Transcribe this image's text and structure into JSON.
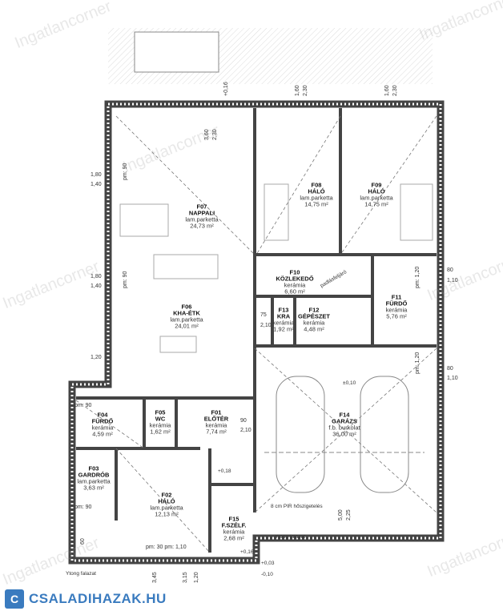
{
  "rooms": [
    {
      "code": "F07",
      "name": "NAPPALI",
      "floor": "lam.parketta",
      "area": "24,73 m²"
    },
    {
      "code": "F08",
      "name": "HÁLÓ",
      "floor": "lam.parketta",
      "area": "14,75 m²"
    },
    {
      "code": "F09",
      "name": "HÁLÓ",
      "floor": "lam.parketta",
      "area": "14,75 m²"
    },
    {
      "code": "F10",
      "name": "KÖZLEKEDŐ",
      "floor": "kerámia",
      "area": "6,60 m²"
    },
    {
      "code": "F11",
      "name": "FÜRDŐ",
      "floor": "kerámia",
      "area": "5,76 m²"
    },
    {
      "code": "F13",
      "name": "KRA",
      "floor": "kerámia",
      "area": "1,92 m²"
    },
    {
      "code": "F12",
      "name": "GÉPÉSZET",
      "floor": "kerámia",
      "area": "4,48 m²"
    },
    {
      "code": "F06",
      "name": "KHA-ÉTK",
      "floor": "lam.parketta",
      "area": "24,01 m²"
    },
    {
      "code": "F14",
      "name": "GARÁZS",
      "floor": "f.b. burkolat",
      "area": "36,00 m²"
    },
    {
      "code": "F04",
      "name": "FÜRDŐ",
      "floor": "kerámia",
      "area": "4,59 m²"
    },
    {
      "code": "F05",
      "name": "WC",
      "floor": "kerámia",
      "area": "1,62 m²"
    },
    {
      "code": "F01",
      "name": "ELŐTÉR",
      "floor": "kerámia",
      "area": "7,74 m²"
    },
    {
      "code": "F03",
      "name": "GARDRÓB",
      "floor": "lam.parketta",
      "area": "3,63 m²"
    },
    {
      "code": "F02",
      "name": "HÁLÓ",
      "floor": "lam.parketta",
      "area": "12,13 m²"
    },
    {
      "code": "F15",
      "name": "F.SZÉLF.",
      "floor": "kerámia",
      "area": "2,68 m²"
    }
  ],
  "dimensions": [
    "3,60",
    "2,30",
    "1,60",
    "2,30",
    "1,60",
    "2,30",
    "1,80",
    "1,40",
    "1,80",
    "1,40",
    "1,20",
    "80",
    "1,10",
    "80",
    "1,10",
    "pm: 90",
    "pm: 90",
    "pm: 90",
    "pm: 90",
    "pm: 1,20",
    "pm: 1,20",
    "pm: 30  pm: 1,10",
    "5,00",
    "2,25",
    "3,45",
    "3,15",
    "60",
    "1,20",
    "+0,16",
    "90",
    "2,10",
    "75",
    "2,10"
  ],
  "notes": {
    "insulation": "8 cm PIR hőszigetelés",
    "ytong1": "Ytong falazat",
    "ytong2": "Ytong falazat",
    "level1": "+0,16",
    "level2": "+0,03",
    "level3": "-0,10",
    "level4": "±0,10",
    "level5": "+0,18",
    "padlas": "padlásfeljáró"
  },
  "watermark": "Ingatlancorner",
  "logo": {
    "mark": "C",
    "text": "CSALADIHAZAK.HU"
  },
  "colors": {
    "wall": "#444444",
    "hatch": "#999999",
    "brand": "#3a7bbf"
  }
}
